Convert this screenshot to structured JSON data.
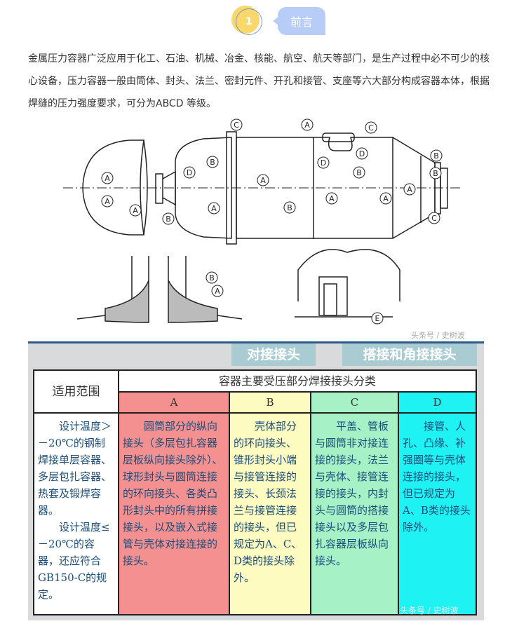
{
  "header": {
    "number": "1",
    "title": "前言"
  },
  "intro": "金属压力容器广泛应用于化工、石油、机械、冶金、核能、航空、航天等部门，是生产过程中必不可少的核心设备，压力容器一般由筒体、封头、法兰、密封元件、开孔和接管、支座等六大部分构成容器本体，根据焊缝的压力强度要求，可分为ABCD 等级。",
  "diagram": {
    "labels": [
      "A",
      "A",
      "A",
      "D",
      "B",
      "C",
      "B",
      "A",
      "A",
      "B",
      "A",
      "C",
      "D",
      "D",
      "B",
      "A",
      "A",
      "B",
      "B",
      "A",
      "C",
      "B",
      "A",
      "E"
    ]
  },
  "watermark": "头条号 / 史树波",
  "table": {
    "callout_butt": "对接接头",
    "callout_lap": "搭接和角接接头",
    "scope_header": "适用范围",
    "group_header": "容器主要受压部分焊接接头分类",
    "categories": [
      "A",
      "B",
      "C",
      "D"
    ],
    "scope": [
      "设计温度＞－20℃的钢制焊接单层容器、多层包扎容器、热套及锻焊容器。",
      "设计温度≤－20℃的容器，还应符合GB150-C的规定。"
    ],
    "cells": [
      "圆筒部分的纵向接头（多层包扎容器层板纵向接头除外）、球形封头与圆筒连接的环向接头、各类凸形封头中的所有拼接接头，以及嵌入式接管与壳体对接连接的接头。",
      "壳体部分的环向接头、锥形封头小端与接管连接的接头、长颈法兰与接管连接的接头，但已规定为A、C、D类的接头除外。",
      "平盖、管板与圆筒非对接连接的接头，法兰与壳体、接管连接的接头，内封头与圆筒的搭接接头以及多层包扎容器层板纵向接头。",
      "接管、人孔、凸缘、补强圈等与壳体连接的接头，但已规定为A、B类的接头除外。"
    ],
    "colors": [
      "#f59090",
      "#fdfbc0",
      "#a6f2c6",
      "#1ef2f2"
    ]
  }
}
